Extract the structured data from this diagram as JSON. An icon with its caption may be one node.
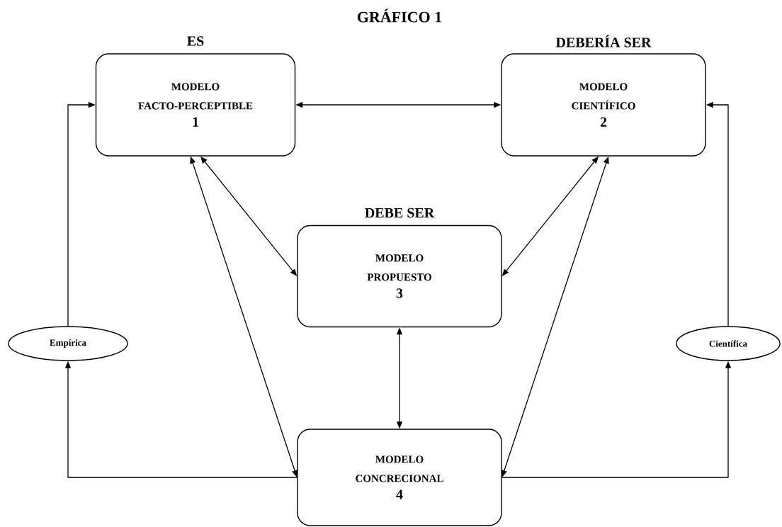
{
  "diagram": {
    "title": "GRÁFICO 1",
    "nodes": [
      {
        "text": [
          "ES",
          "MODELO FACTO-PERCEPTIBLE",
          "1"
        ]
      },
      {
        "text": [
          "DEBERÍA SER",
          "MODELO CIENTÍFICO",
          "2"
        ]
      },
      {
        "text": [
          "DEBE SER",
          "MODELO PROPUESTO",
          "3"
        ]
      },
      {
        "text": [
          "MODELO CONCRECIONAL",
          "4"
        ]
      },
      {
        "text": [
          "Empírica"
        ]
      },
      {
        "text": [
          "Científica"
        ]
      }
    ],
    "edges": [
      {
        "from": 0,
        "to": 1,
        "arrow": "both"
      },
      {
        "from": 0,
        "to": 2,
        "arrow": "both"
      },
      {
        "from": 1,
        "to": 2,
        "arrow": "both"
      },
      {
        "from": 0,
        "to": 3,
        "arrow": "both"
      },
      {
        "from": 1,
        "to": 3,
        "arrow": "both"
      },
      {
        "from": 2,
        "to": 3,
        "arrow": "both"
      },
      {
        "from": 3,
        "to": 4,
        "arrow": "to"
      },
      {
        "from": 4,
        "to": 0,
        "arrow": "to"
      },
      {
        "from": 3,
        "to": 5,
        "arrow": "to"
      },
      {
        "from": 5,
        "to": 1,
        "arrow": "to"
      }
    ]
  }
}
